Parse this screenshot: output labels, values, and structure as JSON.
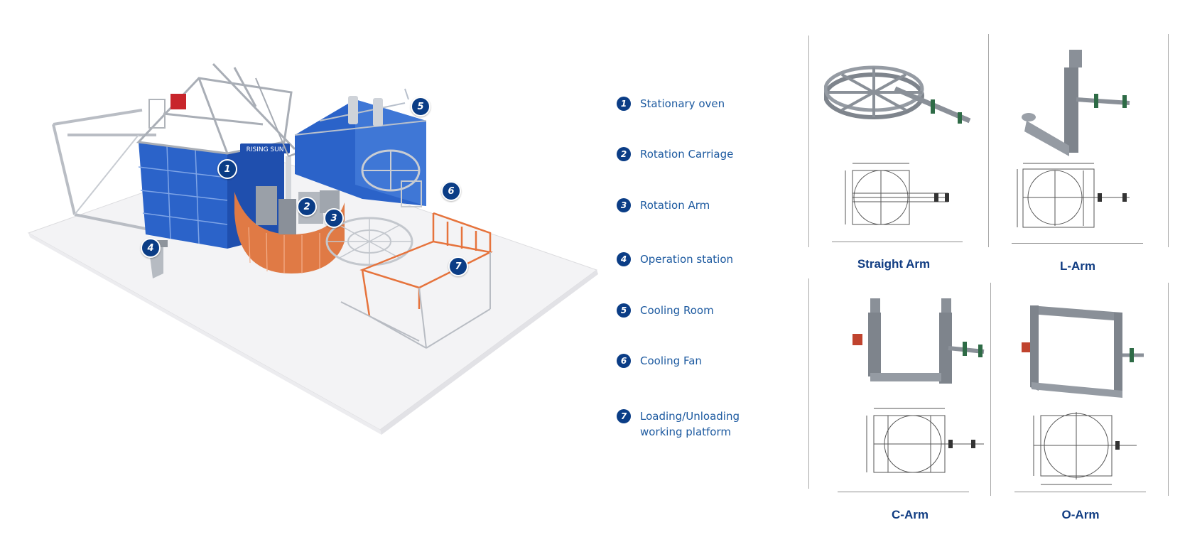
{
  "brand_sign": "RISING SUN",
  "legend": [
    {
      "num": "1",
      "label": "Stationary oven"
    },
    {
      "num": "2",
      "label": "Rotation Carriage"
    },
    {
      "num": "3",
      "label": "Rotation Arm"
    },
    {
      "num": "4",
      "label": "Operation station"
    },
    {
      "num": "5",
      "label": "Cooling Room"
    },
    {
      "num": "6",
      "label": "Cooling Fan"
    },
    {
      "num": "7",
      "label": "Loading/Unloading\nworking platform"
    }
  ],
  "arms": [
    {
      "caption": "Straight Arm"
    },
    {
      "caption": "L-Arm"
    },
    {
      "caption": "C-Arm"
    },
    {
      "caption": "O-Arm"
    }
  ],
  "colors": {
    "accent": "#0b3d86",
    "caption": "#103c82",
    "legend_text": "#1d5aa0",
    "oven_blue": "#2a62c9",
    "carriage_orange": "#e07a45"
  }
}
